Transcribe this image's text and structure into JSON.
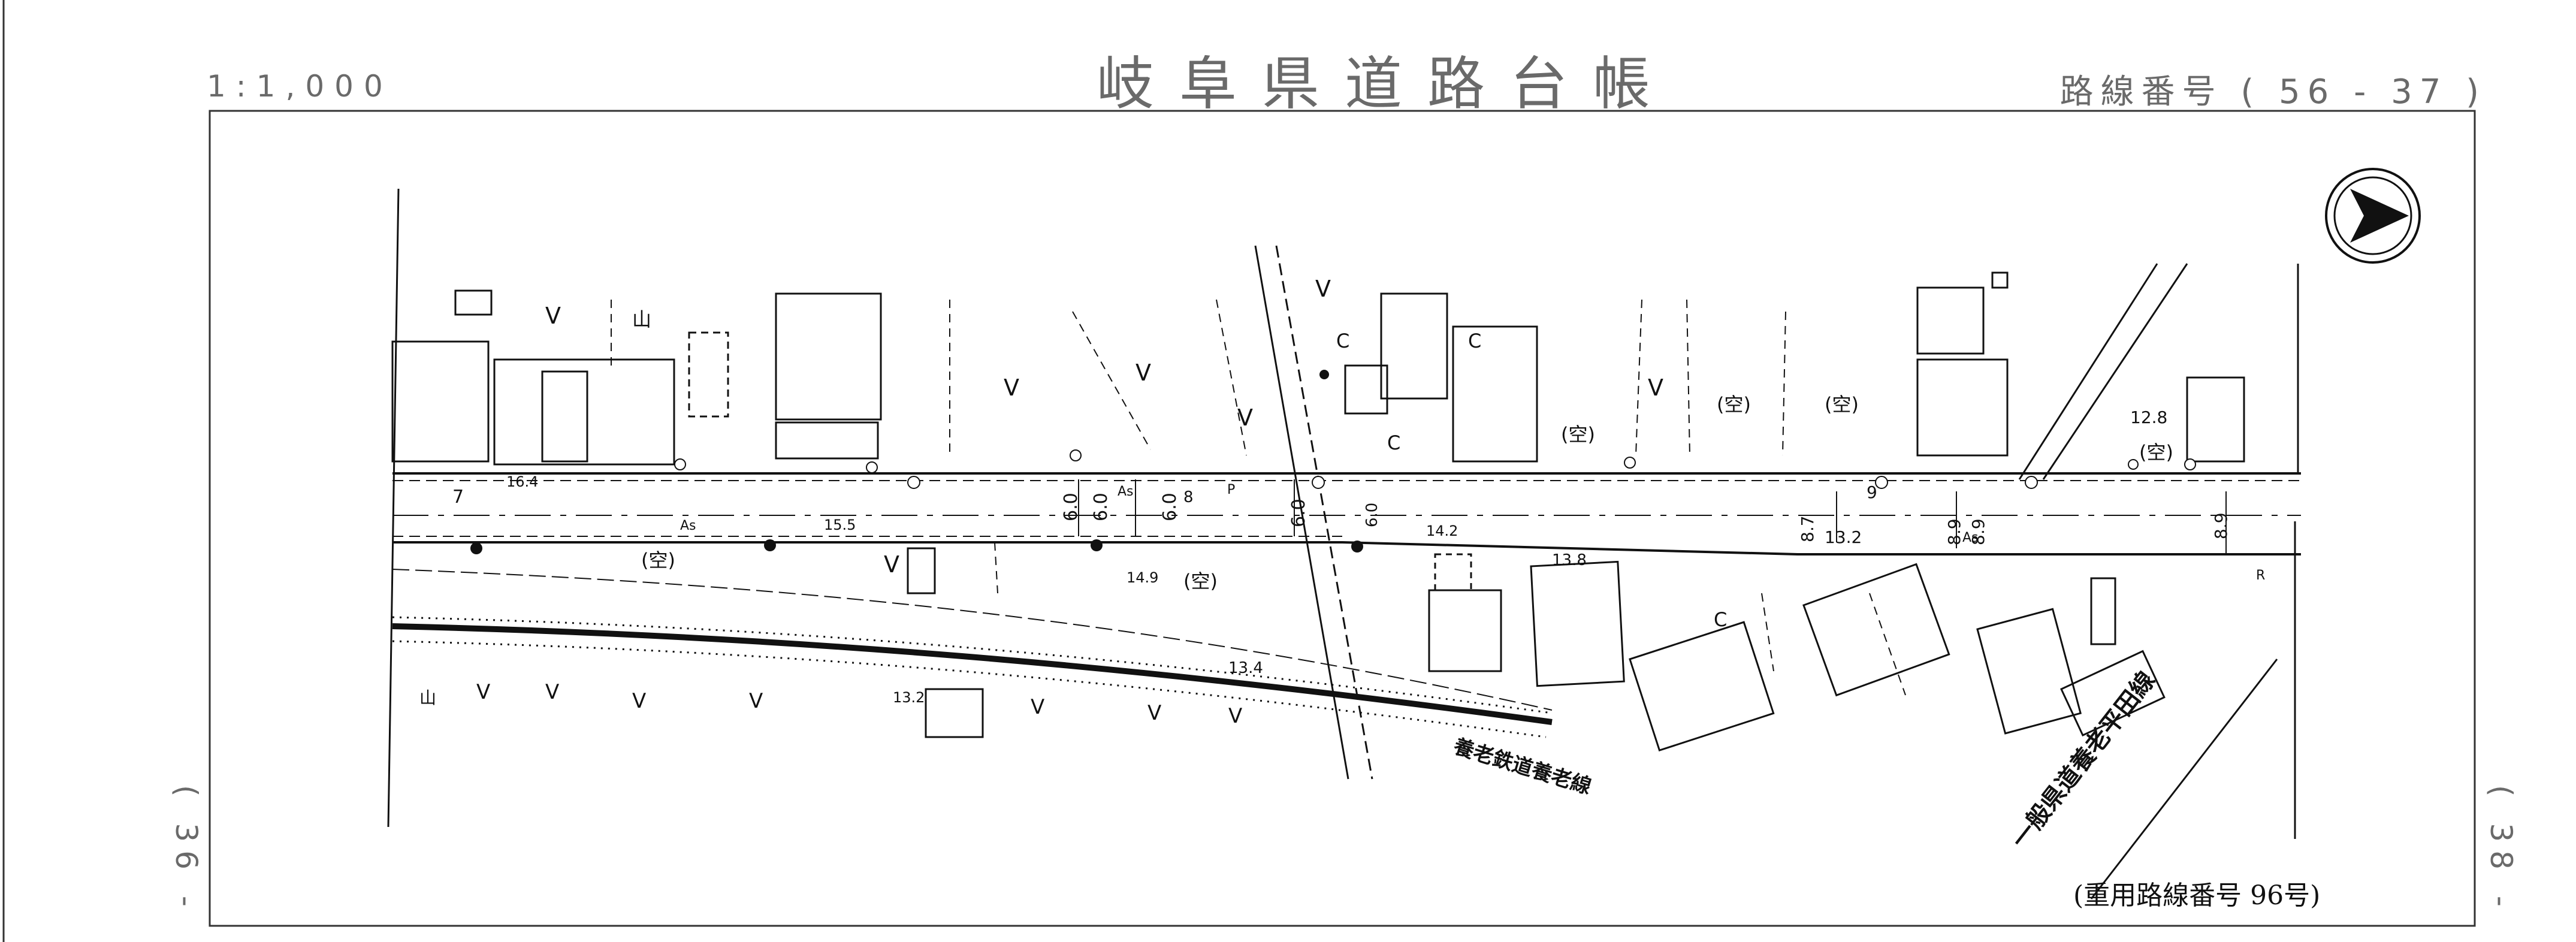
{
  "header": {
    "scale": "1:1,000",
    "title": "岐阜県道路台帳",
    "route_number": "路線番号 ( 56 - 37 )"
  },
  "adjacent_sheets": {
    "left": "( 36 -",
    "right": "( 38 -"
  },
  "map": {
    "north_arrow_icon": "north-arrow-icon",
    "railway_label": "養老鉄道養老線",
    "crossing_road_label": "一般県道養老平田線",
    "overlap_note": "(重用路線番号 96号)",
    "vacant_lot": "(空)",
    "surface": "As",
    "widths": [
      "6.0",
      "6.0",
      "6.0",
      "6.0",
      "6.0",
      "8.7",
      "8.9",
      "8.9",
      "8.9"
    ],
    "spot_heights": [
      "16.4",
      "15.5",
      "14.9",
      "14.2",
      "13.8",
      "13.2",
      "13.4",
      "13.2",
      "12.8"
    ],
    "misc_numbers": [
      "7",
      "8",
      "9"
    ],
    "symbols": {
      "tree_conifer": "V",
      "orchard": "C",
      "field": "山",
      "parking": "P",
      "road_edge_right": "R"
    }
  }
}
